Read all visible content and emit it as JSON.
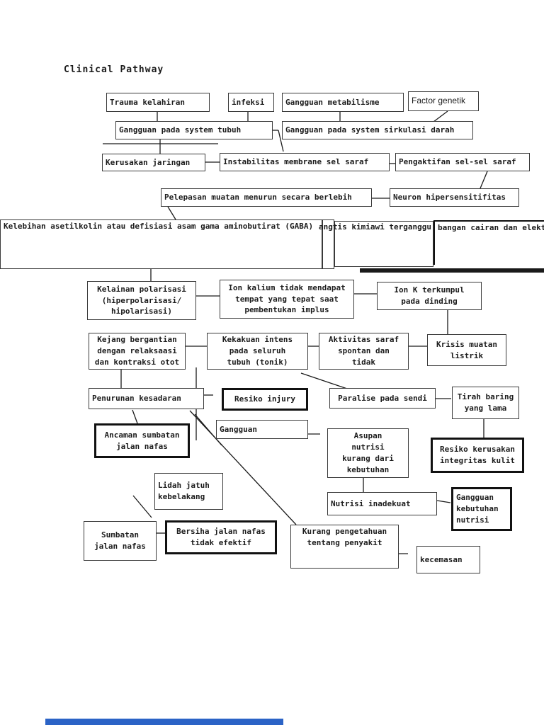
{
  "title": "Clinical Pathway",
  "nodes": {
    "trauma": {
      "label": "Trauma kelahiran"
    },
    "infeksi": {
      "label": "infeksi"
    },
    "metabolisme": {
      "label": "Gangguan metabilisme"
    },
    "factor": {
      "label": "Factor genetik"
    },
    "tubuh": {
      "label": "Gangguan pada system tubuh"
    },
    "sirkulasi": {
      "label": "Gangguan pada system sirkulasi darah"
    },
    "kerusakan": {
      "label": "Kerusakan jaringan"
    },
    "instabilitas": {
      "label": "Instabilitas membrane sel saraf"
    },
    "pengaktifan": {
      "label": "Pengaktifan sel-sel saraf"
    },
    "pelepasan": {
      "label": "Pelepasan muatan menurun secara berlebih"
    },
    "neuron": {
      "label": "Neuron hipersensitifitas"
    },
    "gaba": {
      "label": "Kelebihan asetilkolin atau defisiasi asam gama aminobutirat (GABA)"
    },
    "sinaptik": {
      "label": "angtis kimiawi terganggu"
    },
    "cairan": {
      "label": "bangan cairan dan elekt"
    },
    "kelainan": {
      "label": "Kelainan polarisasi\n(hiperpolarisasi/\nhipolarisasi)"
    },
    "ionkalium": {
      "label": "Ion kalium tidak mendapat\ntempat yang tepat saat\npembentukan implus"
    },
    "ionk": {
      "label": "Ion K terkumpul\npada dinding"
    },
    "kejang": {
      "label": "Kejang bergantian\ndengan relaksaasi\ndan kontraksi otot"
    },
    "kekakuan": {
      "label": "Kekakuan intens\npada seluruh\ntubuh (tonik)"
    },
    "aktivitas": {
      "label": "Aktivitas saraf\nspontan dan\ntidak"
    },
    "krisis": {
      "label": "Krisis muatan\nlistrik"
    },
    "penurunan": {
      "label": "Penurunan kesadaran"
    },
    "resiko_injury": {
      "label": "Resiko injury"
    },
    "paralise": {
      "label": "Paralise pada sendi"
    },
    "tirah": {
      "label": "Tirah baring\nyang lama"
    },
    "ancaman": {
      "label": "Ancaman sumbatan\njalan nafas"
    },
    "gangguan": {
      "label": "Gangguan"
    },
    "asupan": {
      "label": "Asupan\nnutrisi\nkurang dari\nkebutuhan"
    },
    "resiko_kulit": {
      "label": "Resiko kerusakan\nintegritas kulit"
    },
    "lidah": {
      "label": "Lidah jatuh\nkebelakang"
    },
    "inadekuat": {
      "label": "Nutrisi inadekuat"
    },
    "gangguan_nutrisi": {
      "label": "Gangguan\nkebutuhan\nnutrisi"
    },
    "sumbatan": {
      "label": "Sumbatan\njalan nafas"
    },
    "bersiha": {
      "label": "Bersiha jalan nafas\ntidak efektif"
    },
    "kurang": {
      "label": "Kurang pengetahuan\ntentang penyakit"
    },
    "kecemasan": {
      "label": "kecemasan"
    }
  },
  "colors": {
    "line": "#1a1a1a",
    "border": "#3a3a3a",
    "border_bold": "#111111",
    "page_bg": "#ffffff",
    "text": "#1c1c1c",
    "footer_bar": "#2b63c6"
  }
}
